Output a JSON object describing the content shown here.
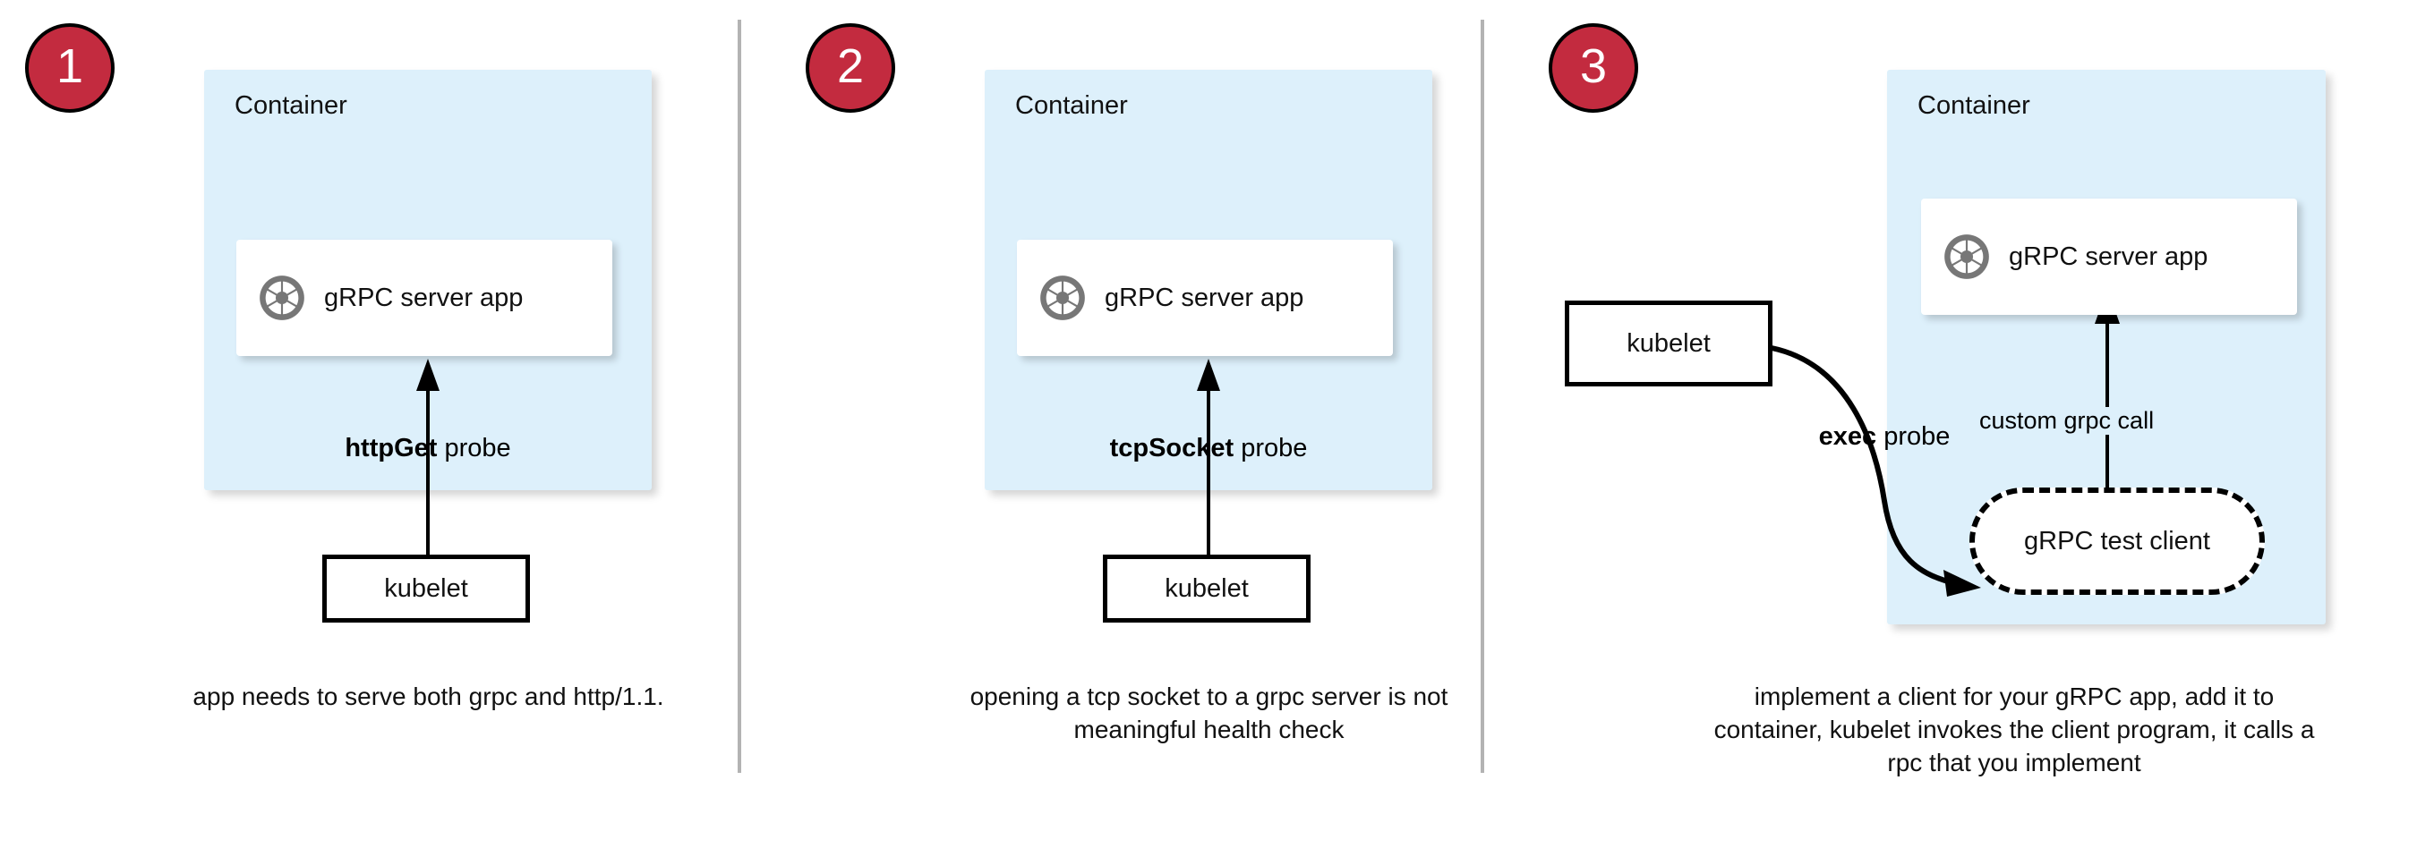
{
  "diagram": {
    "title": "Kubernetes gRPC health probe approaches",
    "colors": {
      "badge_fill": "#c32b3f",
      "badge_border": "#000000",
      "badge_text": "#ffffff",
      "container_fill": "#ddf0fb",
      "card_fill": "#ffffff",
      "divider": "#b3b3b3",
      "stroke": "#000000",
      "grpc_logo": "#777777"
    },
    "dividers": 2,
    "panels": [
      {
        "badge": "1",
        "container_label": "Container",
        "app_card_label": "gRPC server app",
        "app_card_icon": "grpc-aperture-icon",
        "probe_label_bold": "httpGet",
        "probe_label_rest": " probe",
        "kubelet_label": "kubelet",
        "caption": "app needs to serve both grpc and http/1.1."
      },
      {
        "badge": "2",
        "container_label": "Container",
        "app_card_label": "gRPC server app",
        "app_card_icon": "grpc-aperture-icon",
        "probe_label_bold": "tcpSocket",
        "probe_label_rest": " probe",
        "kubelet_label": "kubelet",
        "caption": "opening a tcp socket to a grpc server is not meaningful health check"
      },
      {
        "badge": "3",
        "container_label": "Container",
        "app_card_label": "gRPC server app",
        "app_card_icon": "grpc-aperture-icon",
        "probe_label_bold": "exec",
        "probe_label_rest": " probe",
        "kubelet_label": "kubelet",
        "call_label": "custom grpc call",
        "test_client_label": "gRPC test client",
        "caption": "implement a client for your gRPC app, add it to container, kubelet invokes the client program, it calls a rpc that you implement"
      }
    ]
  }
}
